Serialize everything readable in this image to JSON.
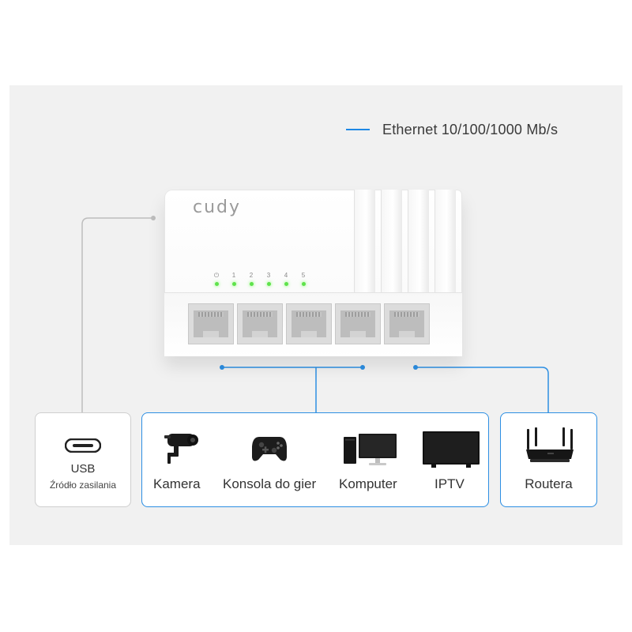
{
  "legend": {
    "text": "Ethernet 10/100/1000 Mb/s",
    "color": "#1e88e5"
  },
  "device": {
    "brand": "cudy",
    "led_labels": [
      "⏻",
      "1",
      "2",
      "3",
      "4",
      "5"
    ],
    "port_count": 5
  },
  "usb_box": {
    "title": "USB",
    "subtitle": "Źródło zasilania",
    "icon": "usb-c-icon"
  },
  "devices": [
    {
      "label": "Kamera",
      "icon": "camera-icon"
    },
    {
      "label": "Konsola do gier",
      "icon": "gamepad-icon"
    },
    {
      "label": "Komputer",
      "icon": "computer-icon"
    },
    {
      "label": "IPTV",
      "icon": "tv-icon"
    }
  ],
  "router_box": {
    "label": "Routera",
    "icon": "router-icon"
  },
  "colors": {
    "accent": "#2d8fe3",
    "power_line": "#bdbdbd",
    "led": "#5ee24b"
  }
}
